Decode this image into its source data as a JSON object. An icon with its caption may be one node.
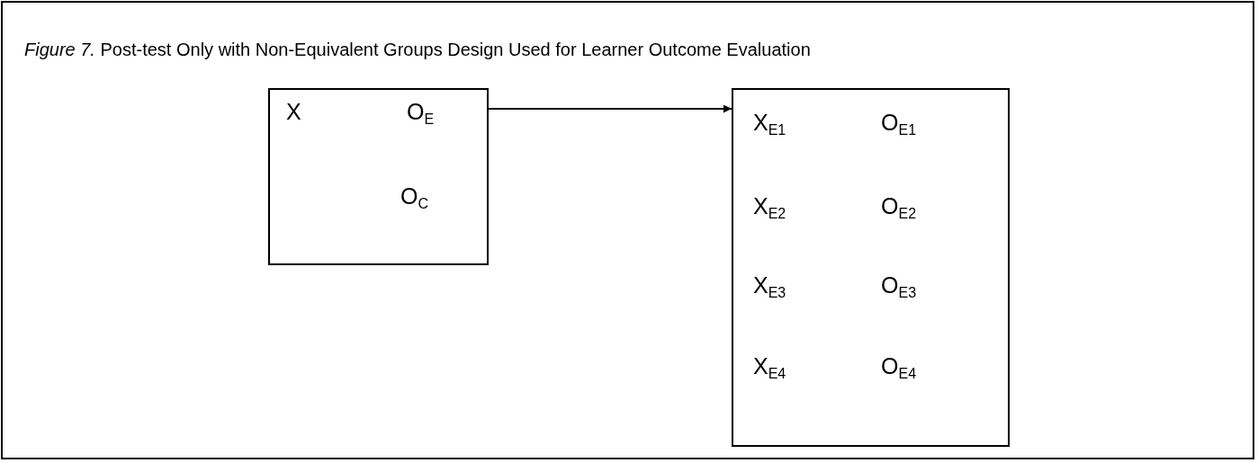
{
  "diagram": {
    "title": "*Figure 7.* Post-test Only with Non-Equivalent Groups Design Used for Learner Outcome Evaluation",
    "nodes": [
      {
        "text": [
          "X",
          "O$_{E}$",
          "O$_{C}$"
        ]
      },
      {
        "text": [
          "X$_{E1}$",
          "O$_{E1}$",
          "X$_{E2}$",
          "O$_{E2}$",
          "X$_{E3}$",
          "O$_{E3}$",
          "X$_{E4}$",
          "O$_{E4}$"
        ]
      }
    ],
    "edges": [
      {
        "from": 0,
        "to": 1,
        "arrow": "to"
      }
    ]
  }
}
